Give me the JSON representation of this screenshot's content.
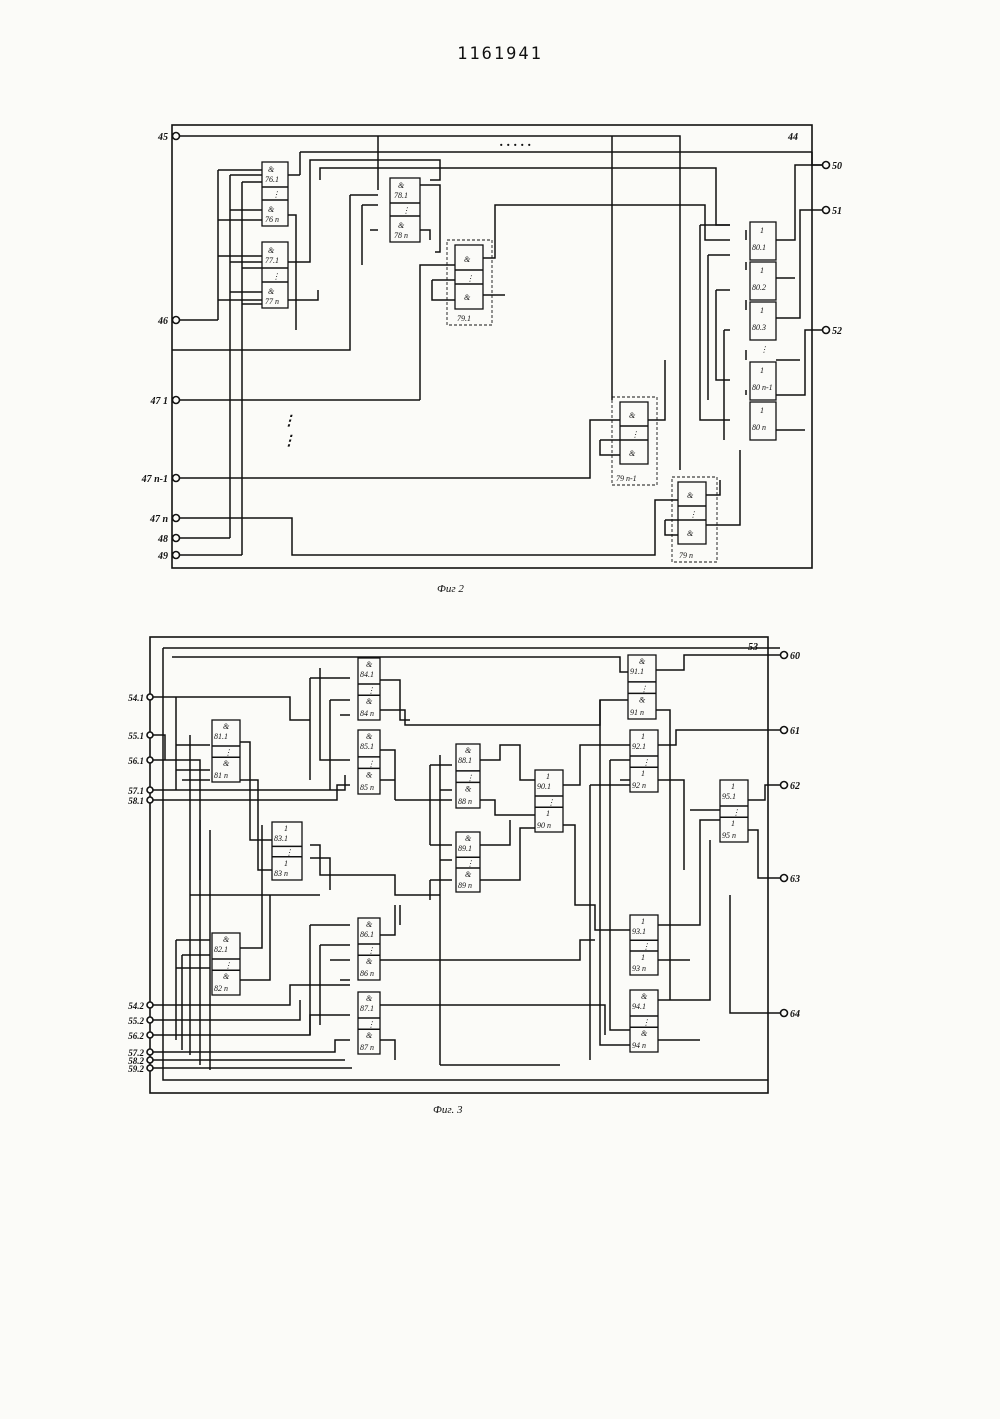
{
  "document": {
    "number": "1161941"
  },
  "figure2": {
    "caption": "Фиг 2",
    "frame_label": "44",
    "inputs": [
      "45",
      "46",
      "47 1",
      "47 n-1",
      "47 n",
      "48",
      "49"
    ],
    "outputs": [
      "50",
      "51",
      "52"
    ],
    "blocks": {
      "b76": {
        "sym_top": "&",
        "top": "76.1",
        "sym_bot": "&",
        "bot": "76 n"
      },
      "b77": {
        "sym_top": "&",
        "top": "77.1",
        "sym_bot": "&",
        "bot": "77 n"
      },
      "b78": {
        "sym_top": "&",
        "top": "78.1",
        "sym_bot": "&",
        "bot": "78 n"
      },
      "b79_1": {
        "sym": "&",
        "label": "79.1"
      },
      "b79_n1": {
        "sym": "&",
        "label": "79 n-1"
      },
      "b79_n": {
        "sym": "&",
        "label": "79 n"
      },
      "b80": [
        "80.1",
        "80.2",
        "80.3",
        "80 n-1",
        "80 n"
      ],
      "b80_sym": "1"
    }
  },
  "figure3": {
    "caption": "Фиг. 3",
    "frame_label": "53",
    "inputs": [
      "54.1",
      "55.1",
      "56.1",
      "57.1",
      "58.1",
      "54.2",
      "55.2",
      "56.2",
      "57.2",
      "58.2",
      "59.2"
    ],
    "outputs": [
      "60",
      "61",
      "62",
      "63",
      "64"
    ],
    "blocks": [
      {
        "id": "81",
        "sym": "&",
        "top": "81.1",
        "bot": "81 n"
      },
      {
        "id": "82",
        "sym": "&",
        "top": "82.1",
        "bot": "82 n"
      },
      {
        "id": "83",
        "sym": "1",
        "top": "83.1",
        "bot": "83 n"
      },
      {
        "id": "84",
        "sym": "&",
        "top": "84.1",
        "bot": "84 n"
      },
      {
        "id": "85",
        "sym": "&",
        "top": "85.1",
        "bot": "85 n"
      },
      {
        "id": "86",
        "sym": "&",
        "top": "86.1",
        "bot": "86 n"
      },
      {
        "id": "87",
        "sym": "&",
        "top": "87.1",
        "bot": "87 n"
      },
      {
        "id": "88",
        "sym": "&",
        "top": "88.1",
        "bot": "88 n"
      },
      {
        "id": "89",
        "sym": "&",
        "top": "89.1",
        "bot": "89 n"
      },
      {
        "id": "90",
        "sym": "1",
        "top": "90.1",
        "bot": "90 n"
      },
      {
        "id": "91",
        "sym": "&",
        "top": "91.1",
        "bot": "91 n"
      },
      {
        "id": "92",
        "sym": "1",
        "top": "92.1",
        "bot": "92 n"
      },
      {
        "id": "93",
        "sym": "1",
        "top": "93.1",
        "bot": "93 n"
      },
      {
        "id": "94",
        "sym": "&",
        "top": "94.1",
        "bot": "94 n"
      },
      {
        "id": "95",
        "sym": "1",
        "top": "95.1",
        "bot": "95 n"
      }
    ]
  }
}
